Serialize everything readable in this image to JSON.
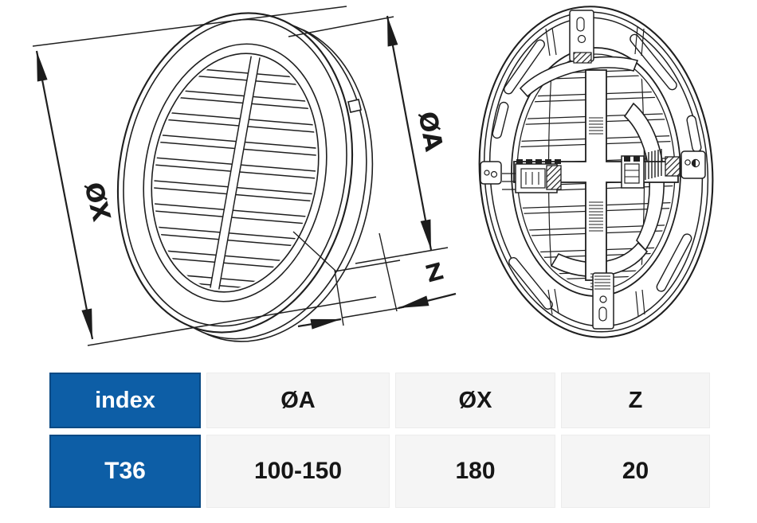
{
  "drawing": {
    "labels": {
      "diameter_x": "ØX",
      "diameter_a": "ØA",
      "depth_z": "Z"
    },
    "line_color": "#1f1f1f"
  },
  "table": {
    "accent_color": "#0d5ea6",
    "cell_color": "#f5f5f5",
    "header": {
      "index": "index",
      "a": "ØA",
      "x": "ØX",
      "z": "Z"
    },
    "rows": [
      {
        "index": "T36",
        "a": "100-150",
        "x": "180",
        "z": "20"
      }
    ]
  }
}
